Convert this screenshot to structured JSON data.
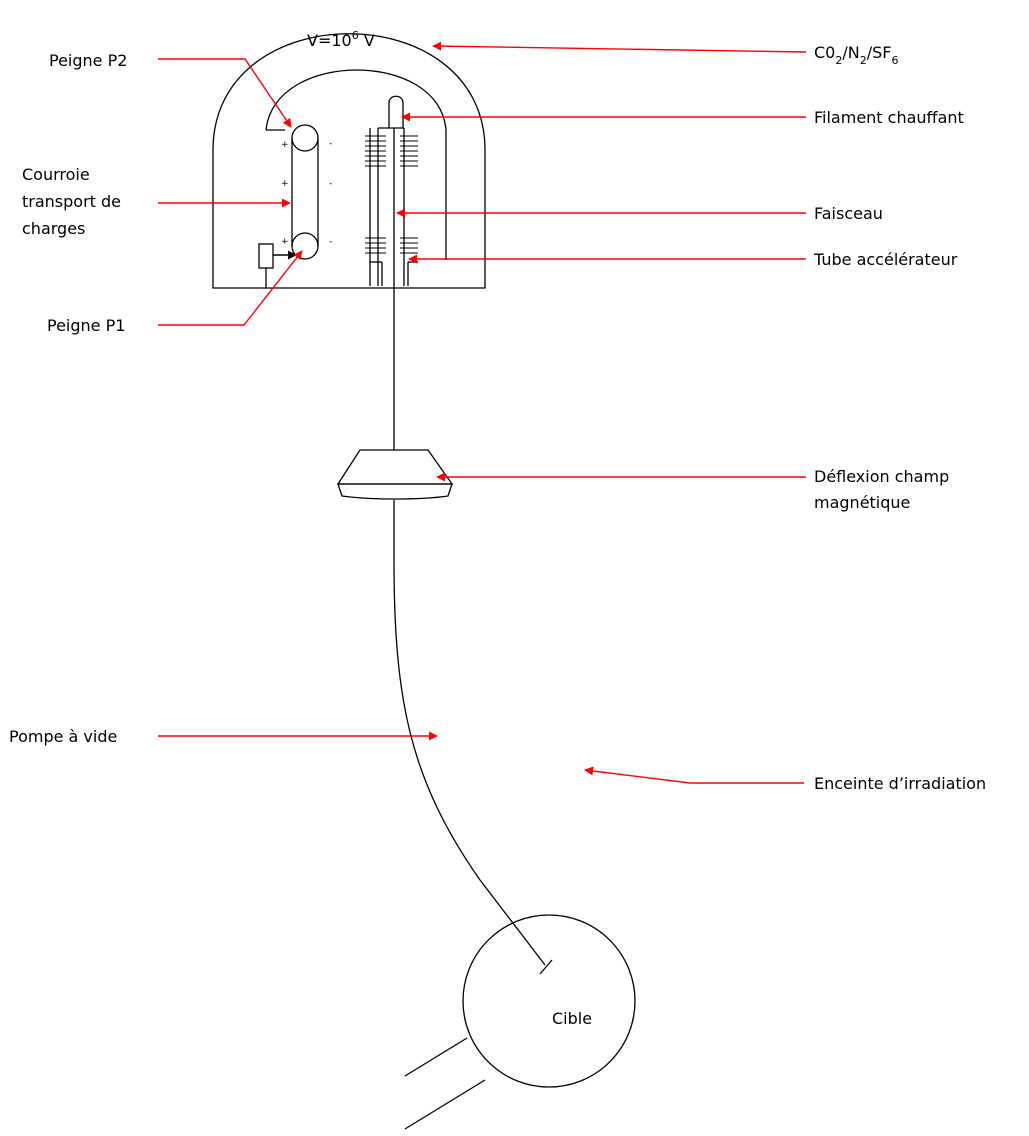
{
  "labels": {
    "voltage_main": "V=10",
    "voltage_exp": "6",
    "voltage_unit": " V",
    "gas_c": "C0",
    "gas_s1": "2",
    "gas_n": "/N",
    "gas_s2": "2",
    "gas_sf": "/SF",
    "gas_s3": "6",
    "filament": "Filament chauffant",
    "faisceau": "Faisceau",
    "tube": "Tube accélérateur",
    "deflexion_1": "Déflexion champ",
    "deflexion_2": "magnétique",
    "enceinte": "Enceinte d’irradiation",
    "peigne_p2": "Peigne P2",
    "courroie_1": "Courroie",
    "courroie_2": "transport de",
    "courroie_3": "charges",
    "peigne_p1": "Peigne P1",
    "pompe": "Pompe à vide",
    "cible": "Cible",
    "plus": "+",
    "minus": "-"
  },
  "colors": {
    "arrow": "#ff0000",
    "ink": "#000000"
  }
}
